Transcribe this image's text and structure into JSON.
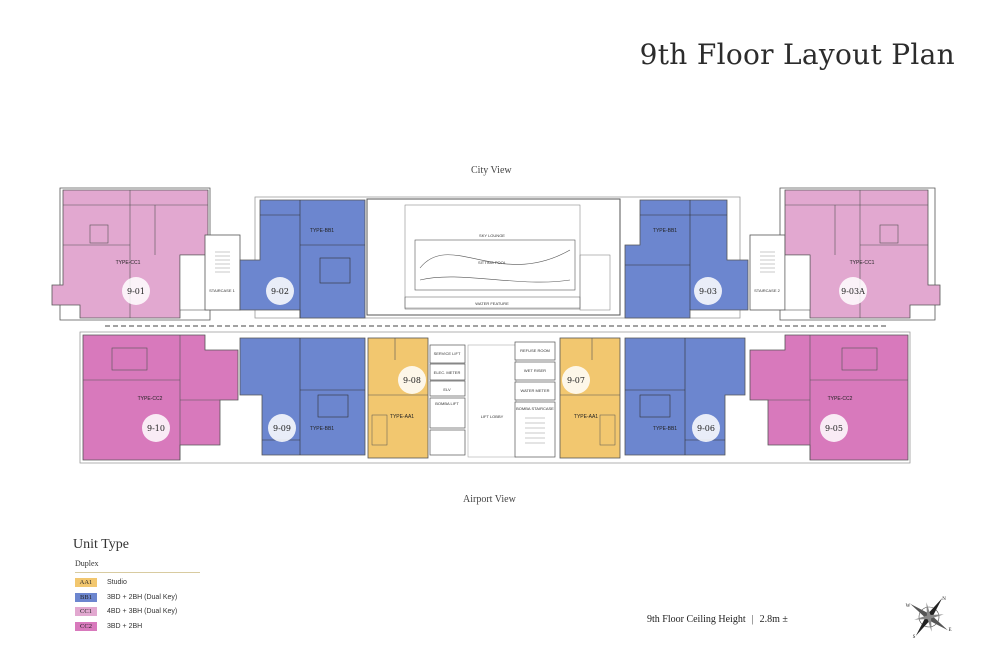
{
  "title": "9th Floor Layout Plan",
  "views": {
    "top": "City View",
    "bottom": "Airport View"
  },
  "colors": {
    "AA1": "#f2c76f",
    "BB1": "#6c86cf",
    "CC1": "#e2a8d0",
    "CC2": "#d879bc",
    "outline": "#555555",
    "core": "#ffffff"
  },
  "units": {
    "u901": {
      "no": "9-01",
      "type": "TYPE-CC1"
    },
    "u902": {
      "no": "9-02",
      "type": "TYPE-BB1"
    },
    "u903": {
      "no": "9-03",
      "type": "TYPE-BB1"
    },
    "u903a": {
      "no": "9-03A",
      "type": "TYPE-CC1"
    },
    "u910": {
      "no": "9-10",
      "type": "TYPE-CC2"
    },
    "u909": {
      "no": "9-09",
      "type": "TYPE-BB1"
    },
    "u908": {
      "no": "9-08",
      "type": "TYPE-AA1"
    },
    "u907": {
      "no": "9-07",
      "type": "TYPE-AA1"
    },
    "u906": {
      "no": "9-06",
      "type": "TYPE-BB1"
    },
    "u905": {
      "no": "9-05",
      "type": "TYPE-CC2"
    }
  },
  "core_labels": {
    "sky_lounge": "SKY LOUNGE",
    "sitting_pool": "SITTING POOL",
    "water_feature": "WATER FEATURE",
    "staircase1": "STAIRCASE 1",
    "staircase2": "STAIRCASE 2",
    "service_lift": "SERVICE LIFT",
    "elec_meter": "ELEC. METER",
    "elv": "ELV",
    "bomba_lift": "BOMBA LIFT",
    "lift_lobby": "LIFT LOBBY",
    "refuse_room": "REFUSE ROOM",
    "wet_riser": "WET RISER",
    "water_meter": "WATER METER",
    "bomba_staircase": "BOMBA STAIRCASE"
  },
  "legend": {
    "title": "Unit Type",
    "group": "Duplex",
    "items": [
      {
        "code": "AA1",
        "label": "Studio"
      },
      {
        "code": "BB1",
        "label": "3BD + 2BH (Dual Key)"
      },
      {
        "code": "CC1",
        "label": "4BD + 3BH (Dual Key)"
      },
      {
        "code": "CC2",
        "label": "3BD + 2BH"
      }
    ]
  },
  "ceiling": {
    "label": "9th Floor Ceiling Height",
    "value": "2.8m ±"
  },
  "compass": {
    "n": "N",
    "s": "S",
    "e": "E",
    "w": "W"
  }
}
